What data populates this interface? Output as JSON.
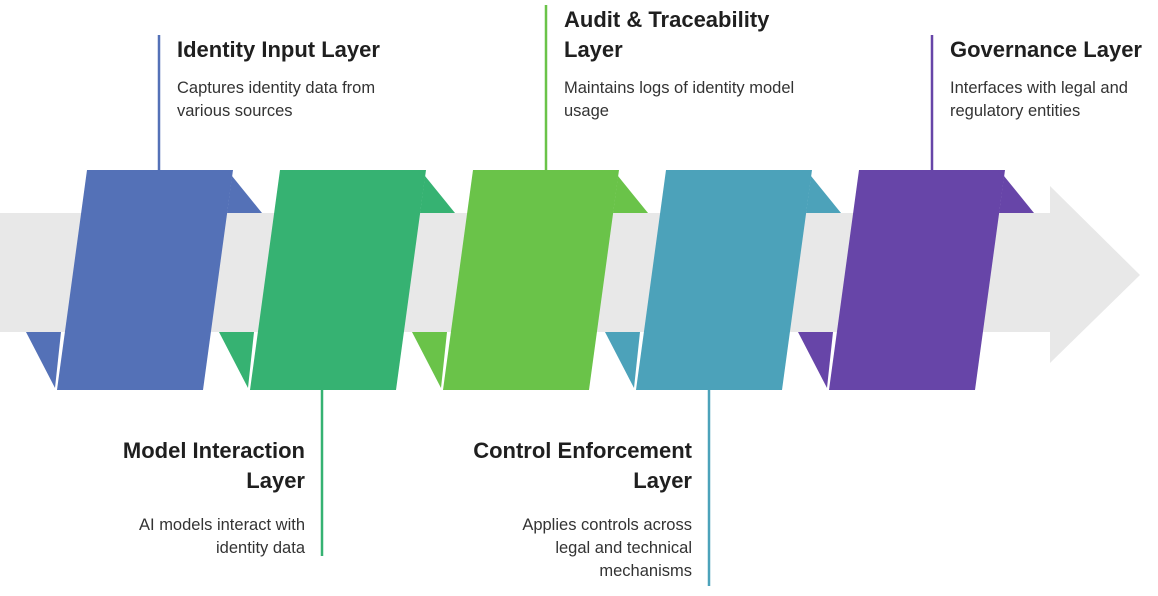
{
  "colors": {
    "arrow": "#e8e8e8",
    "step1": "#5471b7",
    "step2": "#36b272",
    "step3": "#6ac349",
    "step4": "#4ca2ba",
    "step5": "#6745a8"
  },
  "steps": [
    {
      "title": "Identity Input Layer",
      "description": "Captures identity data from various sources"
    },
    {
      "title": "Model Interaction Layer",
      "description": "AI models interact with identity data"
    },
    {
      "title": "Audit & Traceability Layer",
      "description": "Maintains logs of identity model usage"
    },
    {
      "title": "Control Enforcement Layer",
      "description": "Applies controls across legal and technical mechanisms"
    },
    {
      "title": "Governance Layer",
      "description": "Interfaces with legal and regulatory entities"
    }
  ]
}
